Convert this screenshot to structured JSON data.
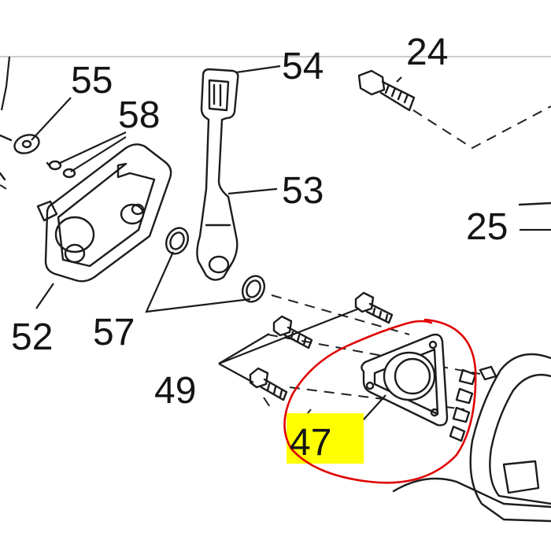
{
  "labels": {
    "p55": "55",
    "p58": "58",
    "p54": "54",
    "p24": "24",
    "p53": "53",
    "p25": "25",
    "p52": "52",
    "p57": "57",
    "p49": "49",
    "p47": "47"
  },
  "colors": {
    "highlight": "#ffff00",
    "circle": "#e00000",
    "line": "#1c1c1c"
  }
}
